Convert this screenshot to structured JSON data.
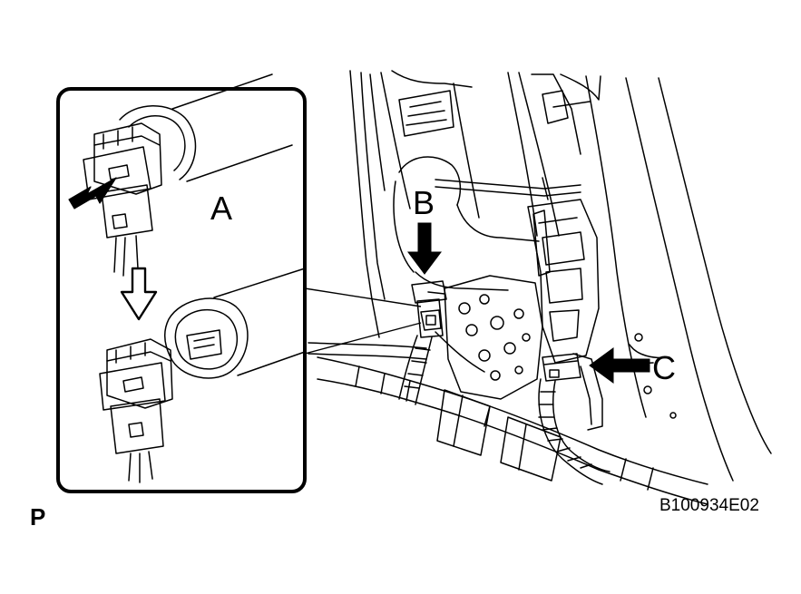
{
  "labels": {
    "callout_a": "A",
    "callout_b": "B",
    "callout_c": "C",
    "corner_letter": "P",
    "figure_id": "B100934E02"
  },
  "colors": {
    "ink": "#000000",
    "paper": "#ffffff"
  },
  "icons": {
    "release_arrow": "arrow-left-down-icon",
    "disconnect_arrow": "hollow-arrow-down-icon",
    "pointer_b": "solid-arrow-down-icon",
    "pointer_c": "solid-arrow-left-icon"
  }
}
